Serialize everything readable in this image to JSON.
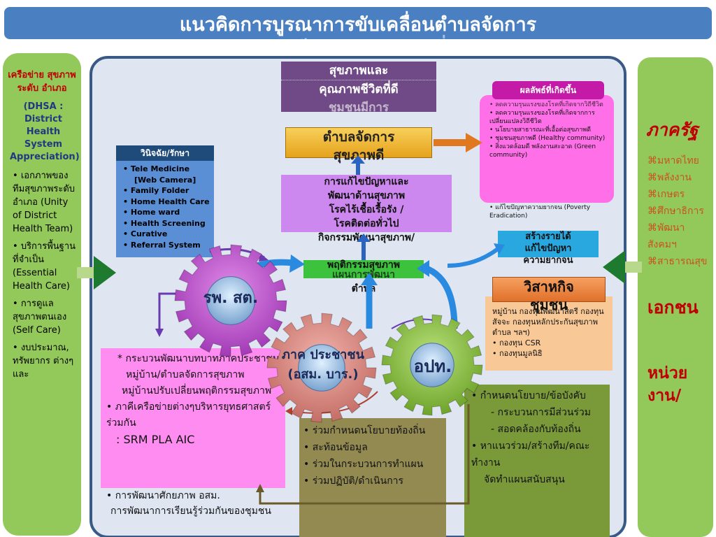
{
  "title": {
    "line1": "แนวคิดการบูรณาการขับเคลื่อนตำบลจัดการ",
    "line2": "สุขภาพดี วิสาหกิจชุมชนพึ่งตน"
  },
  "left": {
    "heading": "เครือข่าย สุขภาพ ระดับ อำเภอ",
    "dhsa": "(DHSA : District Health System Appreciation)",
    "b1": "เอกภาพของทีมสุขภาพระดับอำเภอ (Unity of District Health Team)",
    "b2": "บริการพื้นฐานที่จำเป็น (Essential Health Care)",
    "b3": "การดูแลสุขภาพตนเอง (Self Care)",
    "b4": "งบประมาณ, ทรัพยากร ต่างๆ และ"
  },
  "right": {
    "heading1": "ภาครัฐ",
    "items": [
      "มหาดไทย",
      "พลังงาน",
      "เกษตร",
      "ศึกษาธิการ",
      "พัฒนาสังคมฯ",
      "สาธารณสุข"
    ],
    "heading2": "เอกชน",
    "heading3": "หน่วยงาน/"
  },
  "top_box": {
    "line1": "สุขภาพและ",
    "line2": "คุณภาพชีวิตที่ดี",
    "line3": "ชุมชนมีการ"
  },
  "tambon": {
    "line1": "ตำบลจัดการ",
    "line2": "สุขภาพดี"
  },
  "problem": {
    "line1": "การแก้ไขปัญหาและ",
    "line2": "พัฒนาด้านสุขภาพ",
    "line3": "โรคไร้เชื้อเรื้อรัง /",
    "line4": "โรคติดต่อทั่วไป",
    "line5": "กิจกรรมพัฒนาสุขภาพ/",
    "line6": "พฤติกรรมสุขภาพ"
  },
  "green_label": {
    "line1": "แผนการพัฒนา",
    "line2": "ตำบล"
  },
  "diagnose": {
    "header": "วินิจฉัย/รักษา",
    "items": [
      "Tele Medicine",
      "[Web Camera]",
      "Family Folder",
      "Home Health Care",
      "Home ward",
      "Health Screening",
      "Curative",
      "Referral System"
    ]
  },
  "outcome": {
    "header": "ผลลัพธ์ที่เกิดขึ้น",
    "items": [
      "ลดความรุนแรงของโรคที่เกิดจากวิถีชีวิต",
      "ลดความรุนแรงของโรคที่เกิดจากการเปลี่ยนแปลงวิถีชีวิต",
      "นโยบายสาธารณะที่เอื้อต่อสุขภาพดี",
      "ชุมชนสุขภาพดี (Healthy community)",
      "สิ่งแวดล้อมดี พลังงานสะอาด (Green community)",
      "แก้ไขปัญหาความยากจน (Poverty Eradication)"
    ]
  },
  "income": {
    "line1": "สร้างรายได้",
    "line2": "แก้ไขปัญหา",
    "line3": "ความยากจน"
  },
  "enterprise": {
    "line1": "วิสาหกิจ",
    "line2": "ชุมชน",
    "body": "หมู่บ้าน กองทุนพัฒนาสตรี กองทุนสัจจะ กองทุนหลักประกันสุขภาพตำบล ฯลฯ)",
    "b1": "กองทุน CSR",
    "b2": "กองทุนมูลนิธิ"
  },
  "gears": {
    "rpsat": "รพ. สต.",
    "people": "ภาค ประชาชน (อสม. บาร.)",
    "opt": "อปท."
  },
  "pink": {
    "l1": "* กระบวนพัฒนาบทบาทภาคประชาชน",
    "l2": "หมู่บ้าน/ตำบลจัดการสุขภาพ",
    "l3": "หมู่บ้านปรับเปลี่ยนพฤติกรรมสุขภาพ",
    "l4": "ภาคีเครือข่ายต่างๆบริหารยุทธศาสตร์ร่วมกัน",
    "l5": ": SRM  PLA  AIC",
    "l6": "การพัฒนาศักยภาพ อสม.",
    "l7": "การพัฒนาการเรียนรู้ร่วมกันของชุมชน"
  },
  "olive": {
    "items": [
      "ร่วมกำหนดนโยบายท้องถิ่น",
      "สะท้อนข้อมูล",
      "ร่วมในกระบวนการทำแผน",
      "ร่วมปฏิบัติ/ดำเนินการ"
    ]
  },
  "green_policy": {
    "l1": "กำหนดนโยบาย/ข้อบังคับ",
    "l2": "- กระบวนการมีส่วนร่วม",
    "l3": "- สอดคล้องกับท้องถิ่น",
    "l4": "หาแนวร่วม/สร้างทีม/คณะทำงาน",
    "l5": "จัดทำแผนสนับสนุน"
  },
  "colors": {
    "title_bg": "#4a7fc1",
    "side_green": "#93c85a",
    "center_bg": "#dfe6f2",
    "navy": "#3a5a86",
    "purple_box": "#6f4a86",
    "gold": "#f4b31c",
    "lavender": "#cc88ee",
    "blue_box": "#5a8fd6",
    "pink_box": "#ff6fe8",
    "cyan": "#29a8e0",
    "orange": "#f29a3a",
    "peach": "#f8c896",
    "olive": "#938a52",
    "green_dark": "#7a9a3a",
    "magenta_gear": "#c24ed0",
    "rose_gear": "#d98a82",
    "green_gear": "#8bc23e"
  }
}
